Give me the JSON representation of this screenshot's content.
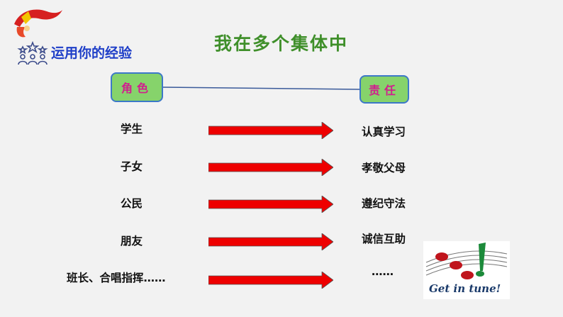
{
  "header": {
    "section_title": "运用你的经验",
    "main_title": "我在多个集体中"
  },
  "tags": {
    "role": "角色",
    "responsibility": "责任"
  },
  "rows": [
    {
      "role": "学生",
      "responsibility": "认真学习"
    },
    {
      "role": "子女",
      "responsibility": "孝敬父母"
    },
    {
      "role": "公民",
      "responsibility": "遵纪守法"
    },
    {
      "role": "朋友",
      "responsibility": "诚信互助"
    },
    {
      "role": "班长、合唱指挥……",
      "responsibility": "……"
    }
  ],
  "colors": {
    "background": "#f2f2f2",
    "section_title": "#1f3fc8",
    "main_title": "#3f8f2a",
    "tag_fill": "#86d36b",
    "tag_border": "#3c78c8",
    "tag_text": "#d21d8e",
    "arrow": "#ee0000"
  },
  "images": {
    "music_note_text": "Get in tune!"
  }
}
